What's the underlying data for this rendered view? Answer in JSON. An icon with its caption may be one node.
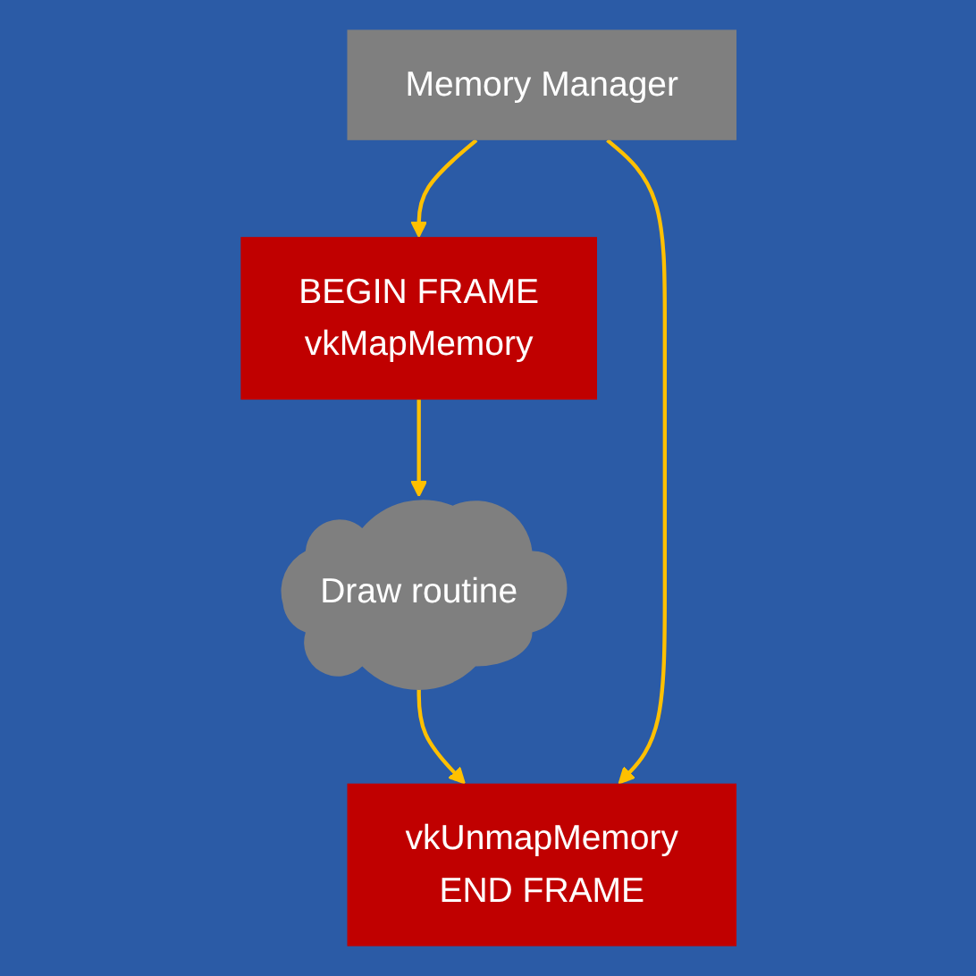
{
  "diagram": {
    "nodes": [
      {
        "text": [
          "BEGIN FRAME",
          "vkMapMemory"
        ]
      },
      {
        "text": [
          "Draw routine"
        ]
      },
      {
        "text": [
          "vkUnmapMemory",
          "END FRAME"
        ]
      },
      {
        "text": [
          "Memory Manager"
        ]
      }
    ],
    "edges": [
      {
        "from": 0,
        "to": 1,
        "arrow": "to"
      },
      {
        "from": 1,
        "to": 2,
        "arrow": "to"
      },
      {
        "from": 3,
        "to": 0,
        "arrow": "to"
      },
      {
        "from": 3,
        "to": 2,
        "arrow": "to"
      }
    ]
  }
}
